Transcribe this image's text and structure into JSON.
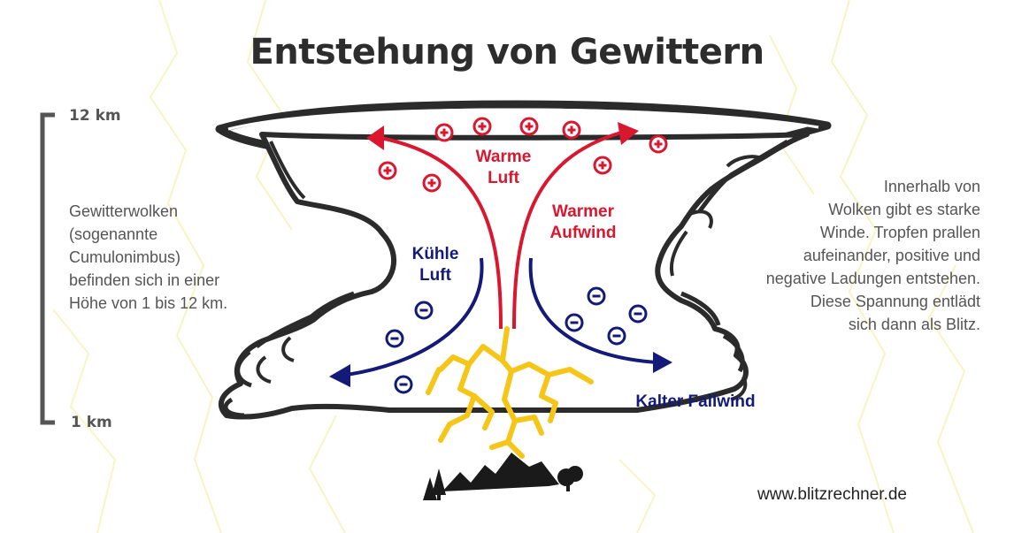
{
  "title": "Entstehung von Gewittern",
  "scale": {
    "top_label": "12 km",
    "bottom_label": "1 km"
  },
  "left_text": [
    "Gewitterwolken",
    "(sogenannte",
    "Cumulonimbus)",
    "befinden sich in einer",
    "Höhe von 1 bis 12 km."
  ],
  "right_text": [
    "Innerhalb von",
    "Wolken gibt es starke",
    "Winde. Tropfen prallen",
    "aufeinander, positive und",
    "negative Ladungen entstehen.",
    "Diese Spannung entlädt",
    "sich dann als Blitz."
  ],
  "labels": {
    "warm_air": [
      "Warme",
      "Luft"
    ],
    "warm_updraft": [
      "Warmer",
      "Aufwind"
    ],
    "cool_air": [
      "Kühle",
      "Luft"
    ],
    "cold_downdraft": "Kalter Fallwind"
  },
  "website": "www.blitzrechner.de",
  "colors": {
    "warm": "#d9172f",
    "cold": "#131a78",
    "lightning": "#f5c518",
    "outline": "#2b2b2b",
    "text": "#555555"
  },
  "icons": [
    "positive-charge-icon",
    "negative-charge-icon",
    "lightning-bolt-icon",
    "mountain-icon",
    "tree-icon"
  ]
}
